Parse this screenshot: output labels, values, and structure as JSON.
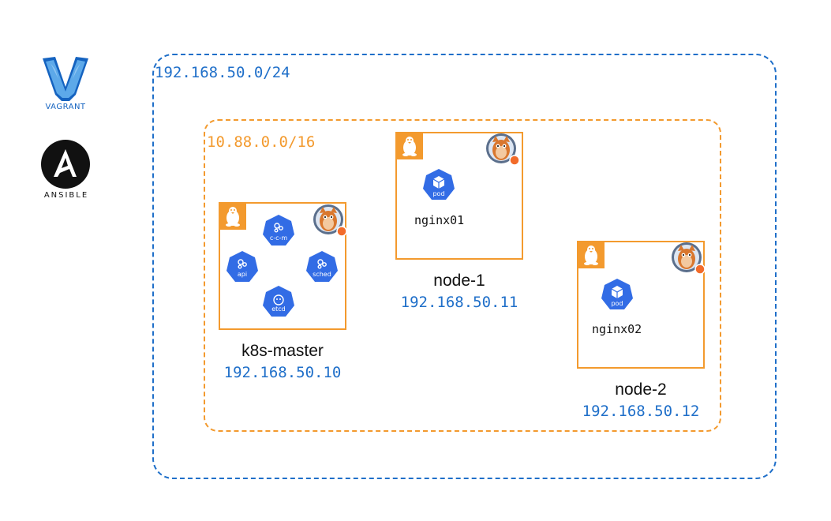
{
  "tools": {
    "vagrant_label": "VAGRANT",
    "ansible_label": "ANSIBLE"
  },
  "networks": {
    "host_cidr": "192.168.50.0/24",
    "pod_cidr": "10.88.0.0/16"
  },
  "nodes": {
    "master": {
      "name": "k8s-master",
      "ip": "192.168.50.10",
      "components": [
        "c-c-m",
        "api",
        "sched",
        "etcd"
      ]
    },
    "node1": {
      "name": "node-1",
      "ip": "192.168.50.11",
      "pod_icon_label": "pod",
      "pod_name": "nginx01"
    },
    "node2": {
      "name": "node-2",
      "ip": "192.168.50.12",
      "pod_icon_label": "pod",
      "pod_name": "nginx02"
    }
  },
  "colors": {
    "host_network": "#1F6FC9",
    "pod_network": "#F39A2E",
    "k8s_blue": "#326CE5",
    "linux_badge": "#F39A2E"
  },
  "icons": [
    "vagrant-logo",
    "ansible-logo",
    "linux-tux-icon",
    "containerd-mascot-icon",
    "kubernetes-component-icon",
    "pod-icon"
  ]
}
